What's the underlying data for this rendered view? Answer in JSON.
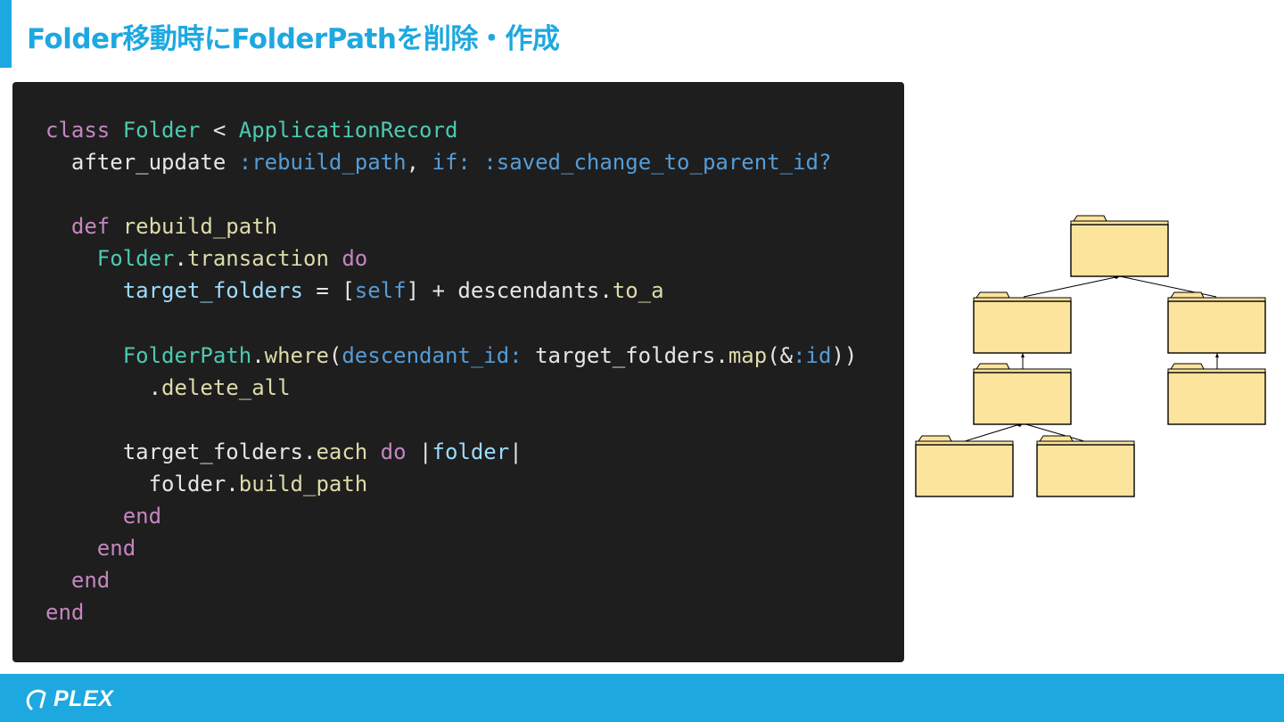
{
  "slide": {
    "title": "Folder移動時にFolderPathを削除・作成"
  },
  "code": {
    "lines": [
      [
        {
          "t": "class ",
          "c": "kw"
        },
        {
          "t": "Folder",
          "c": "cls"
        },
        {
          "t": " < ",
          "c": "plain"
        },
        {
          "t": "ApplicationRecord",
          "c": "cls"
        }
      ],
      [
        {
          "t": "  after_update ",
          "c": "plain"
        },
        {
          "t": ":rebuild_path",
          "c": "sym"
        },
        {
          "t": ", ",
          "c": "plain"
        },
        {
          "t": "if:",
          "c": "sym"
        },
        {
          "t": " ",
          "c": "plain"
        },
        {
          "t": ":saved_change_to_parent_id?",
          "c": "sym"
        }
      ],
      [],
      [
        {
          "t": "  def ",
          "c": "kw"
        },
        {
          "t": "rebuild_path",
          "c": "fn"
        }
      ],
      [
        {
          "t": "    Folder",
          "c": "cls"
        },
        {
          "t": ".",
          "c": "plain"
        },
        {
          "t": "transaction",
          "c": "fn"
        },
        {
          "t": " do",
          "c": "kw"
        }
      ],
      [
        {
          "t": "      target_folders",
          "c": "var"
        },
        {
          "t": " = [",
          "c": "plain"
        },
        {
          "t": "self",
          "c": "sym"
        },
        {
          "t": "] + descendants.",
          "c": "plain"
        },
        {
          "t": "to_a",
          "c": "fn"
        }
      ],
      [],
      [
        {
          "t": "      FolderPath",
          "c": "cls"
        },
        {
          "t": ".",
          "c": "plain"
        },
        {
          "t": "where",
          "c": "fn"
        },
        {
          "t": "(",
          "c": "plain"
        },
        {
          "t": "descendant_id:",
          "c": "sym"
        },
        {
          "t": " target_folders.",
          "c": "plain"
        },
        {
          "t": "map",
          "c": "fn"
        },
        {
          "t": "(&",
          "c": "plain"
        },
        {
          "t": ":id",
          "c": "sym"
        },
        {
          "t": "))",
          "c": "plain"
        }
      ],
      [
        {
          "t": "        .",
          "c": "plain"
        },
        {
          "t": "delete_all",
          "c": "fn"
        }
      ],
      [],
      [
        {
          "t": "      target_folders.",
          "c": "plain"
        },
        {
          "t": "each",
          "c": "fn"
        },
        {
          "t": " do",
          "c": "kw"
        },
        {
          "t": " |",
          "c": "plain"
        },
        {
          "t": "folder",
          "c": "var"
        },
        {
          "t": "|",
          "c": "plain"
        }
      ],
      [
        {
          "t": "        folder.",
          "c": "plain"
        },
        {
          "t": "build_path",
          "c": "fn"
        }
      ],
      [
        {
          "t": "      end",
          "c": "kw"
        }
      ],
      [
        {
          "t": "    end",
          "c": "kw"
        }
      ],
      [
        {
          "t": "  end",
          "c": "kw"
        }
      ],
      [
        {
          "t": "end",
          "c": "kw"
        }
      ]
    ]
  },
  "tree": {
    "icon": "folder-icon",
    "folder_color": "#fde49d",
    "nodes": 7
  },
  "footer": {
    "brand": "PLEX",
    "color": "#1ea8e0"
  }
}
